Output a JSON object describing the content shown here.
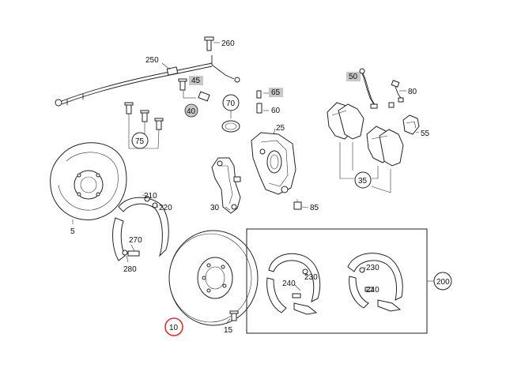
{
  "callouts": {
    "c260": "260",
    "c250": "250",
    "c45": "45",
    "c40": "40",
    "c70": "70",
    "c65": "65",
    "c60": "60",
    "c25": "25",
    "c50": "50",
    "c80": "80",
    "c55": "55",
    "c75": "75",
    "c35": "35",
    "c5": "5",
    "c210": "210",
    "c220": "220",
    "c270": "270",
    "c280": "280",
    "c30": "30",
    "c85": "85",
    "c10": "10",
    "c15": "15",
    "c240a": "240",
    "c230a": "230",
    "c230b": "230",
    "c240b": "240",
    "c200": "200"
  },
  "colors": {
    "line": "#222222",
    "highlight_box": "#c8c8c8",
    "callout_ring_selected": "#e0302b"
  },
  "selected_callout": "10"
}
